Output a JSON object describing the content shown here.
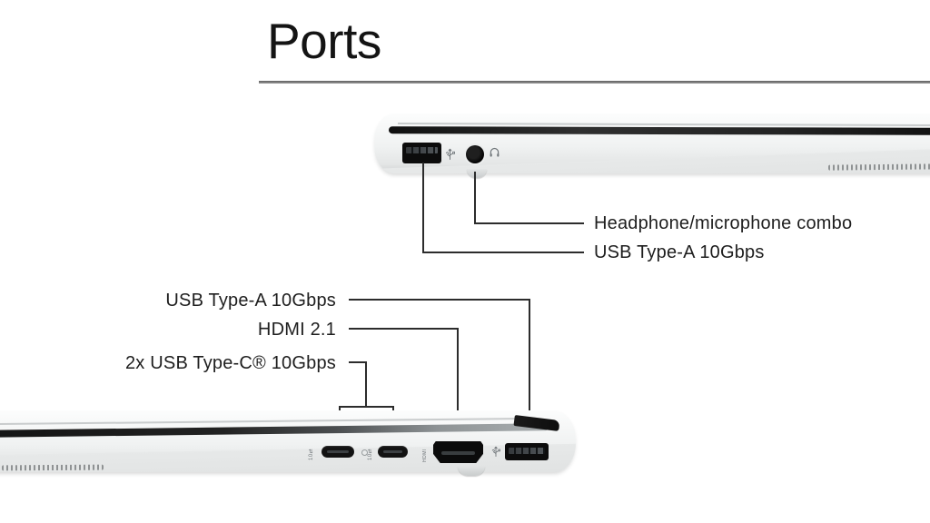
{
  "title": "Ports",
  "colors": {
    "background": "#ffffff",
    "title_text": "#141414",
    "label_text": "#1e1e1e",
    "divider": "#767676",
    "leader_line": "#2c2c2c",
    "laptop_silver": "#f0f2f2",
    "hinge_dark": "#1c1c1c",
    "port_black": "#0c0c0c"
  },
  "right_side_view": {
    "ports": [
      "usb-a",
      "headphone-jack"
    ],
    "port_icons": [
      "usb-10gbps-icon",
      "headphone-icon"
    ],
    "callouts": [
      {
        "label": "Headphone/microphone combo"
      },
      {
        "label": "USB Type-A 10Gbps"
      }
    ]
  },
  "left_side_view": {
    "ports": [
      "usb-c",
      "usb-c",
      "hdmi",
      "usb-a"
    ],
    "port_icons": [
      "usb-c-10gbps-icon",
      "charging-led-icon",
      "usb-c-10gbps-icon",
      "hdmi-icon",
      "usb-10gbps-icon"
    ],
    "callouts": [
      {
        "label": "USB Type-A 10Gbps"
      },
      {
        "label": "HDMI 2.1"
      },
      {
        "label": "2x USB Type-C® 10Gbps"
      }
    ]
  }
}
